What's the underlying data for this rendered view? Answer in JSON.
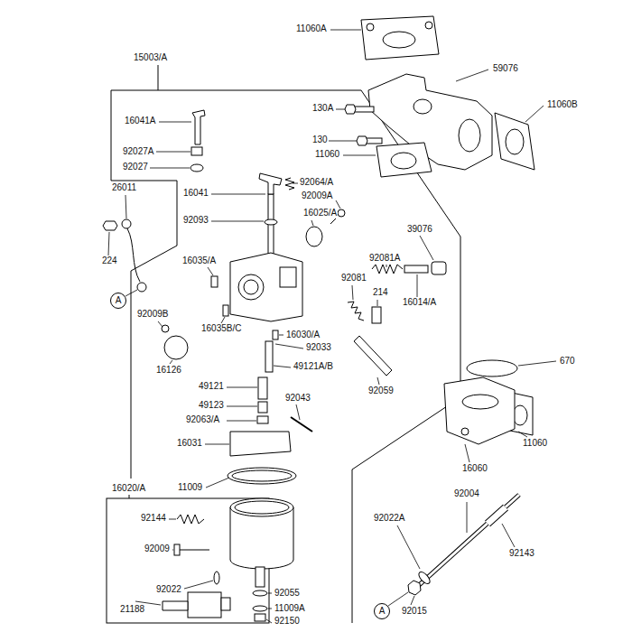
{
  "diagram": {
    "nodes": [
      {
        "text": [
          "A"
        ]
      },
      {
        "text": [
          "A"
        ]
      }
    ],
    "labels": [
      "11060A",
      "15003/A",
      "59076",
      "11060B",
      "130A",
      "16041A",
      "130",
      "92027A",
      "11060",
      "92027",
      "92064/A",
      "26011",
      "16041",
      "92009A",
      "16025/A",
      "92093",
      "39076",
      "92081A",
      "224",
      "16035/A",
      "92081",
      "214",
      "16014/A",
      "92009B",
      "16035B/C",
      "16030/A",
      "92033",
      "670",
      "49121A/B",
      "16126",
      "49121",
      "92059",
      "92043",
      "49123",
      "92063/A",
      "16031",
      "11060",
      "16060",
      "16020/A",
      "11009",
      "92004",
      "92144",
      "92022A",
      "92009",
      "92143",
      "92022",
      "92055",
      "21188",
      "11009A",
      "92015",
      "92150"
    ]
  }
}
